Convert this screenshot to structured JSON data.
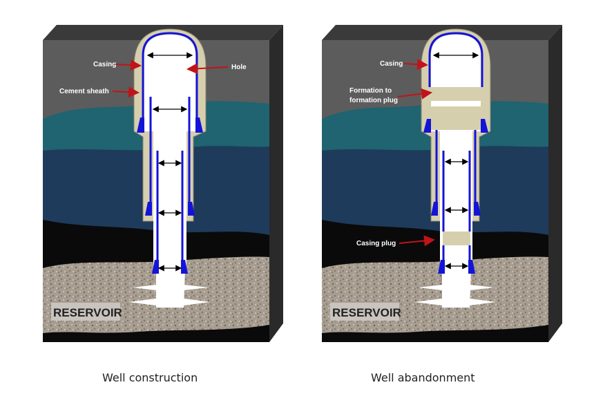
{
  "left_panel": {
    "caption": "Well construction",
    "labels": {
      "casing": "Casing",
      "hole": "Hole",
      "cement_sheath": "Cement sheath",
      "reservoir": "RESERVOIR"
    }
  },
  "right_panel": {
    "caption": "Well abandonment",
    "labels": {
      "casing": "Casing",
      "formation_plug_line1": "Formation to",
      "formation_plug_line2": "formation plug",
      "casing_plug": "Casing plug",
      "reservoir": "RESERVOIR"
    }
  },
  "colors": {
    "top_face": "#3a3a3a",
    "grey_layer": "#5c5c5c",
    "teal_layer": "#1f6470",
    "blue_layer": "#1e3b5c",
    "black_layer": "#0a0a0a",
    "reservoir_rock": "#a49a8e",
    "cement": "#d6cfae",
    "casing": "#1414d8",
    "arrow_red": "#c0141a"
  }
}
